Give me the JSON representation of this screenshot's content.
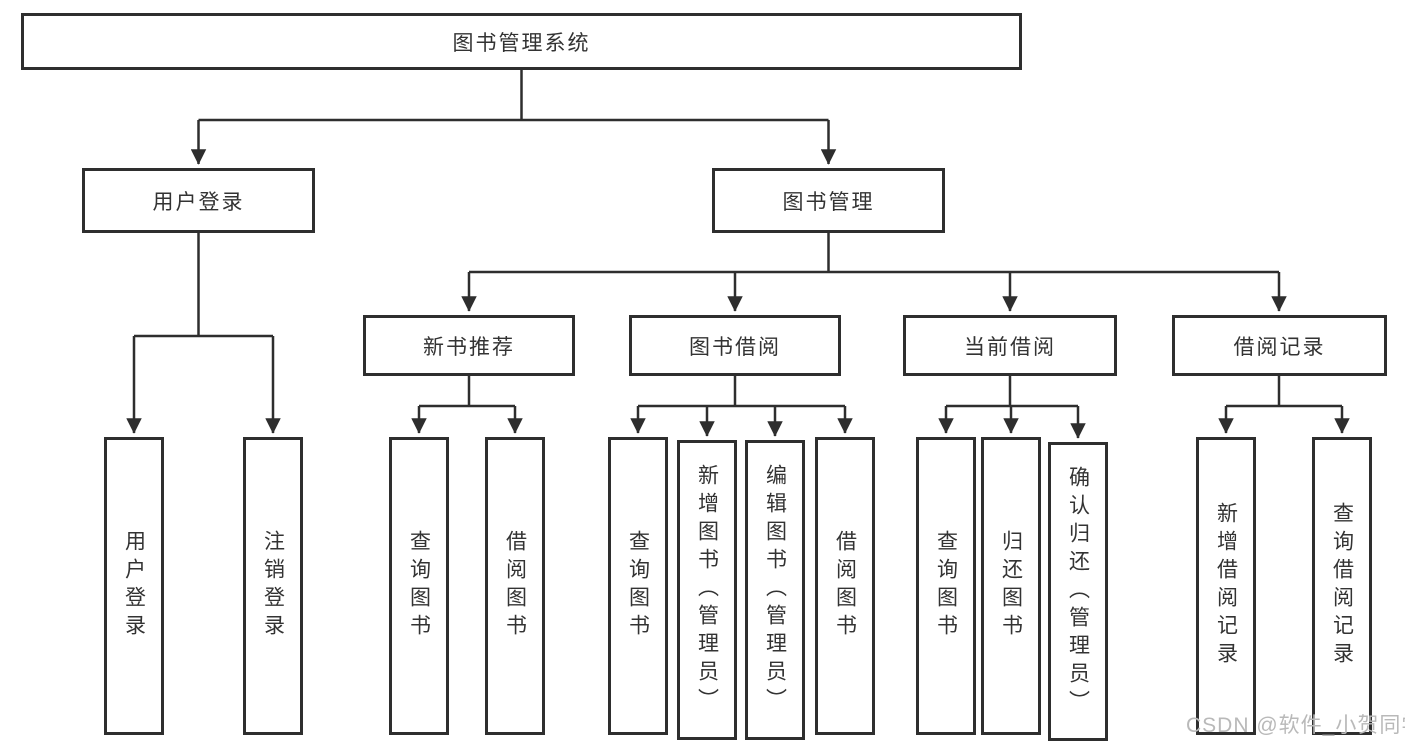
{
  "diagram": {
    "root": "图书管理系统",
    "level2": [
      "用户登录",
      "图书管理"
    ],
    "level3": [
      "新书推荐",
      "图书借阅",
      "当前借阅",
      "借阅记录"
    ],
    "leaves_user_login": [
      "用户登录",
      "注销登录"
    ],
    "leaves_new_book": [
      "查询图书",
      "借阅图书"
    ],
    "leaves_book_borrow": [
      "查询图书",
      "新增图书（管理员）",
      "编辑图书（管理员）",
      "借阅图书"
    ],
    "leaves_current_borrow": [
      "查询图书",
      "归还图书",
      "确认归还（管理员）"
    ],
    "leaves_borrow_record": [
      "新增借阅记录",
      "查询借阅记录"
    ],
    "watermark": "CSDN @软件_小贺同学",
    "colors": {
      "line": "#2e2e2e",
      "text": "#333333",
      "watermark": "#b9b9b9",
      "background": "#ffffff"
    }
  }
}
